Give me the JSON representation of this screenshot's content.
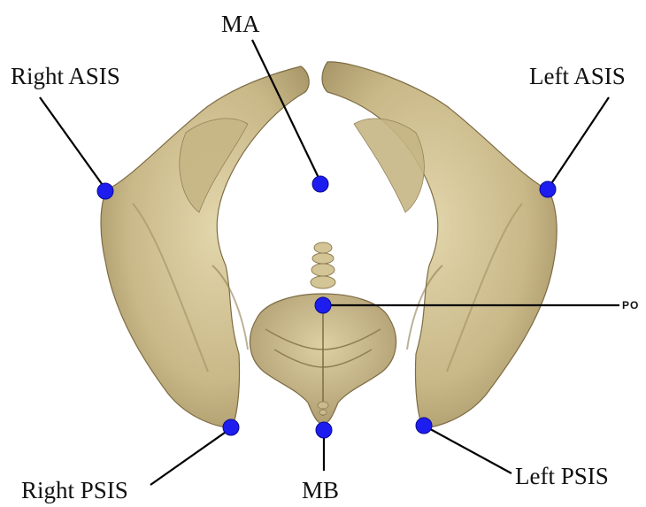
{
  "labels": {
    "ma": "MA",
    "right_asis": "Right ASIS",
    "left_asis": "Left ASIS",
    "po": "PO",
    "right_psis": "Right PSIS",
    "mb": "MB",
    "left_psis": "Left PSIS"
  },
  "colors": {
    "marker": "#1d1df0",
    "leader_line": "#000000",
    "bone_light": "#d6c89a",
    "bone_mid": "#bfae7c",
    "bone_dark": "#8f7e52"
  }
}
